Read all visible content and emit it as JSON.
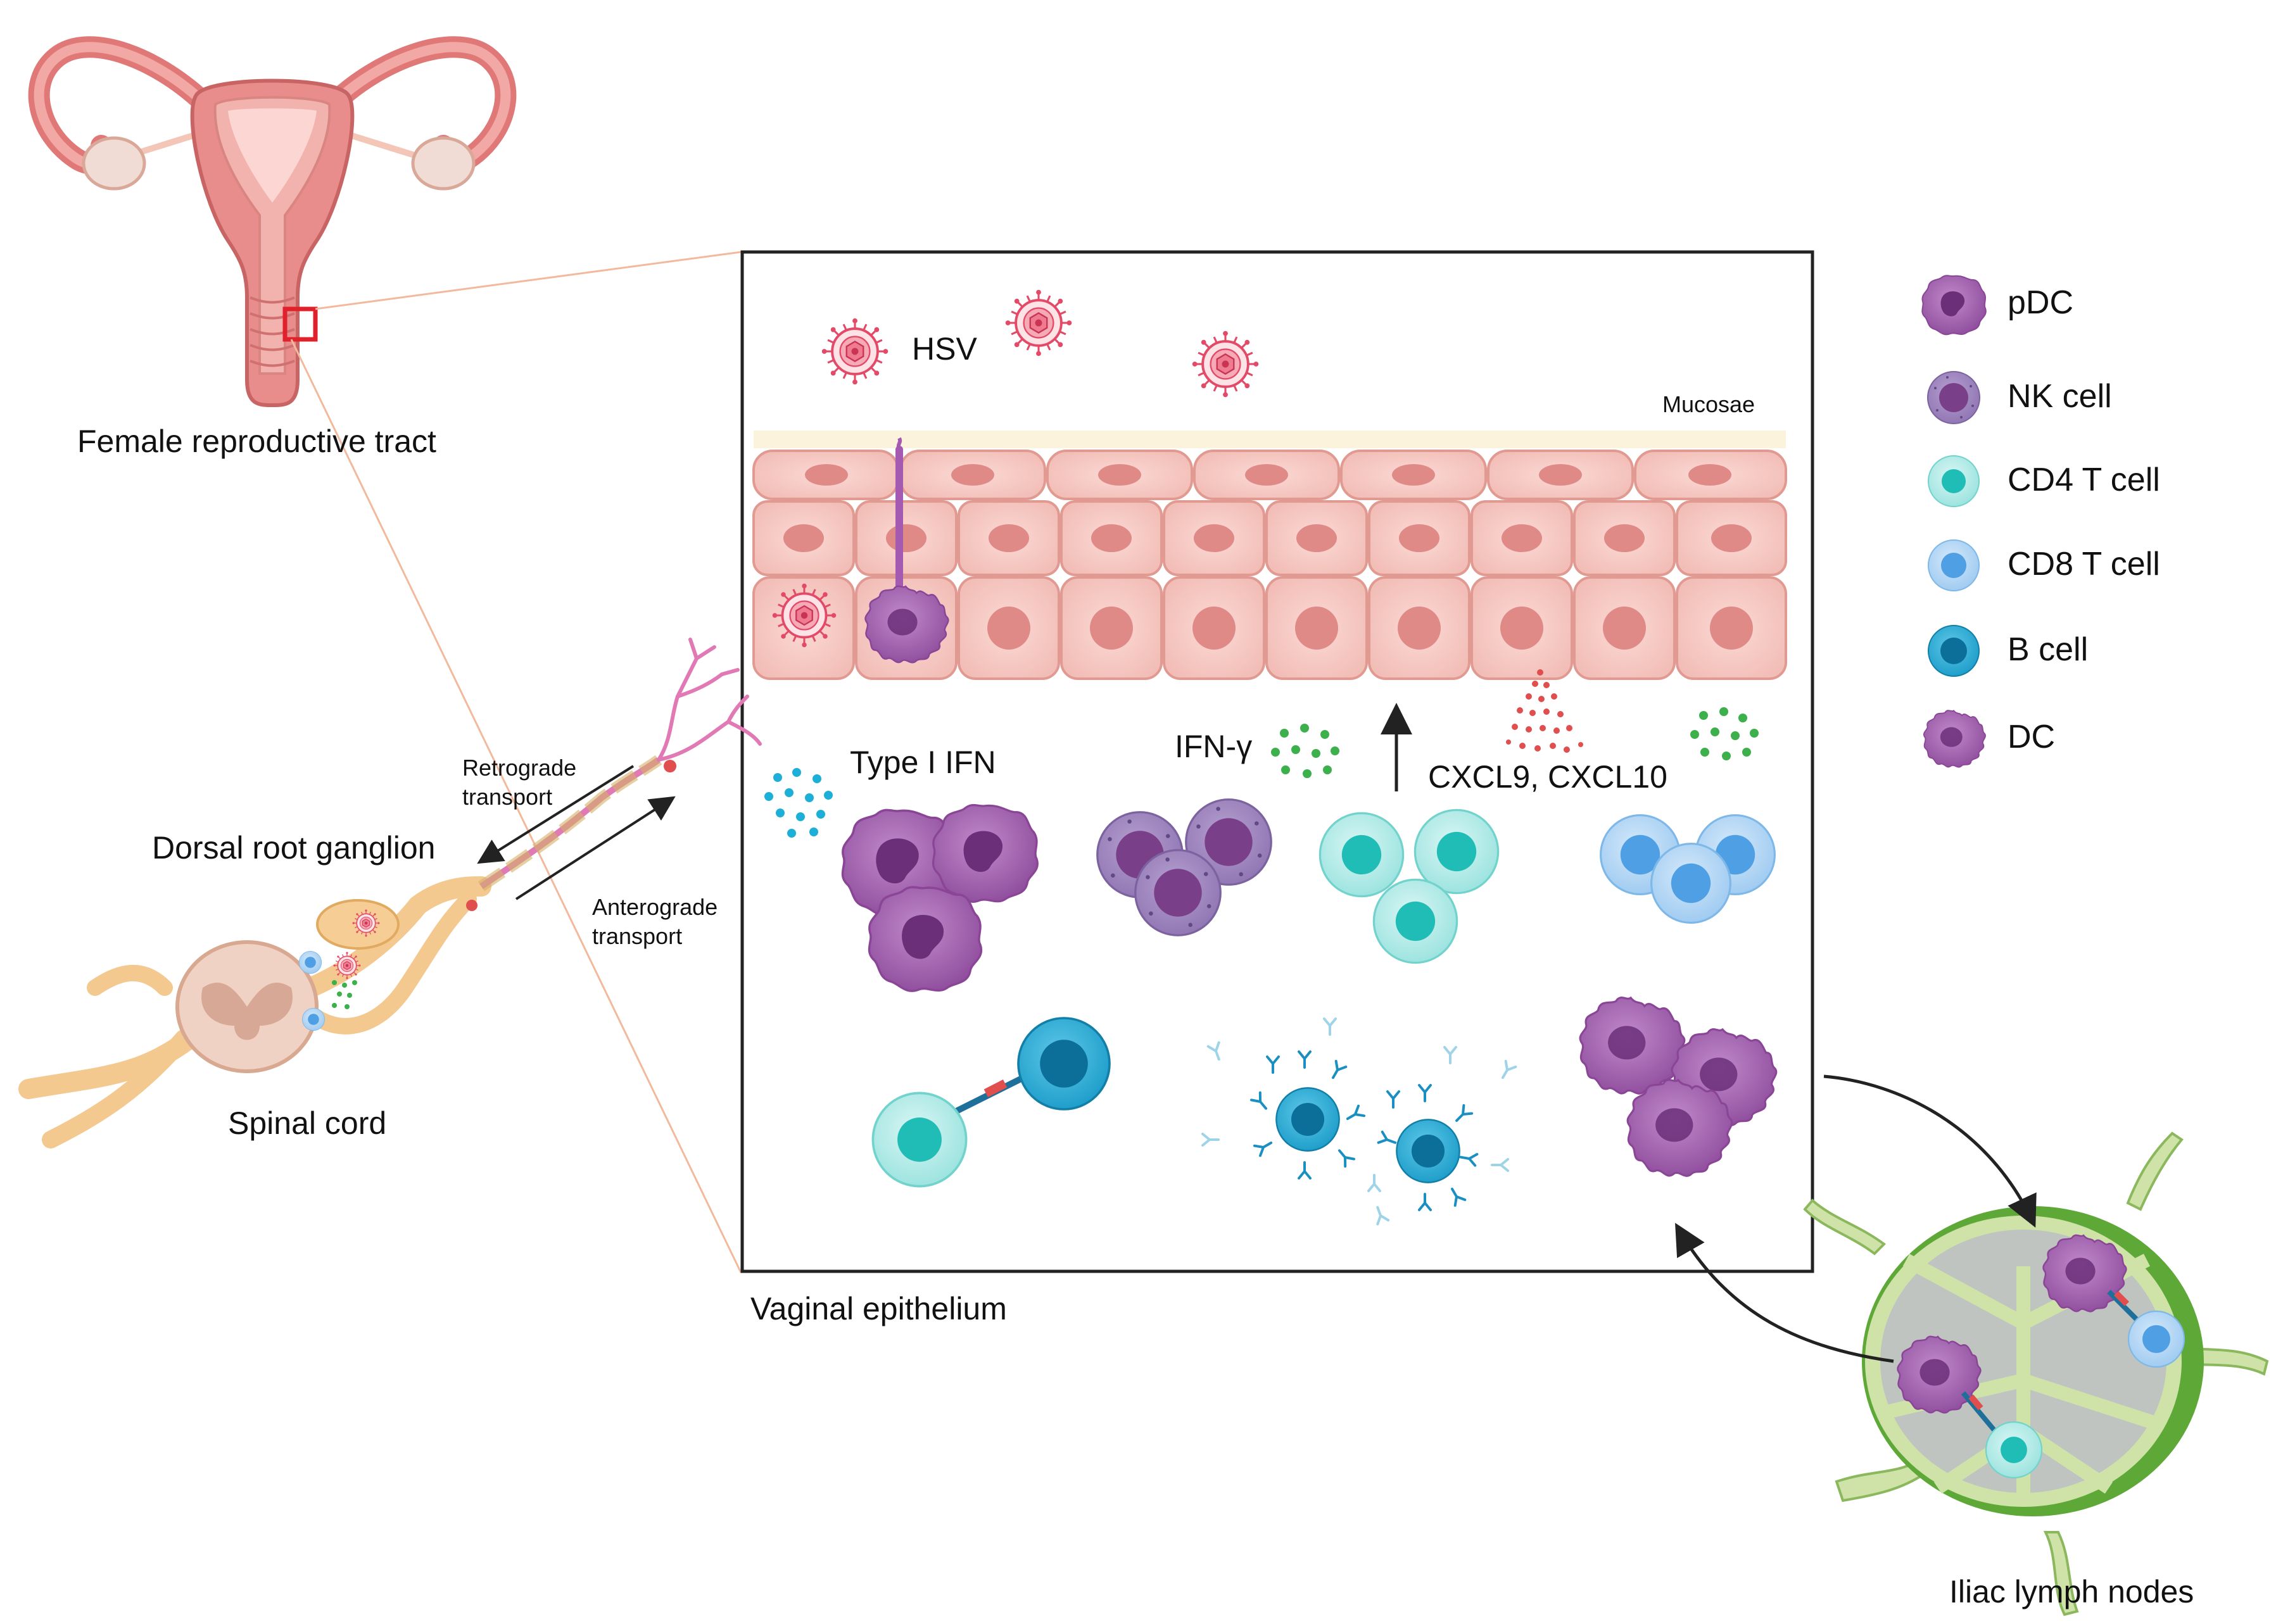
{
  "labels": {
    "female_tract": "Female reproductive tract",
    "spinal_cord": "Spinal cord",
    "drg": "Dorsal root ganglion",
    "retrograde": "Retrograde transport",
    "retrograde_l1": "Retrograde",
    "retrograde_l2": "transport",
    "anterograde_l1": "Anterograde",
    "anterograde_l2": "transport",
    "vaginal_epithelium": "Vaginal epithelium",
    "iliac": "Iliac lymph nodes",
    "hsv": "HSV",
    "mucosae": "Mucosae",
    "type1ifn": "Type I IFN",
    "ifng": "IFN-γ",
    "cxcl": "CXCL9, CXCL10"
  },
  "legend": [
    {
      "key": "pdc",
      "label": "pDC",
      "color": "#9b5aa8"
    },
    {
      "key": "nk",
      "label": "NK cell",
      "color": "#8e6aa8"
    },
    {
      "key": "cd4",
      "label": "CD4 T cell",
      "color": "#2ec7c0"
    },
    {
      "key": "cd8",
      "label": "CD8 T cell",
      "color": "#5aa8e6"
    },
    {
      "key": "bcell",
      "label": "B cell",
      "color": "#1a9bc8"
    },
    {
      "key": "dc",
      "label": "DC",
      "color": "#a35ab0"
    }
  ],
  "colors": {
    "epithelium": "#f4c6c0",
    "epithelium_stroke": "#e09a92",
    "nucleus": "#e09590",
    "virus": "#e34a68",
    "lymph_green": "#7cc24a",
    "uterus": "#e88c8c",
    "frame": "#222222"
  }
}
